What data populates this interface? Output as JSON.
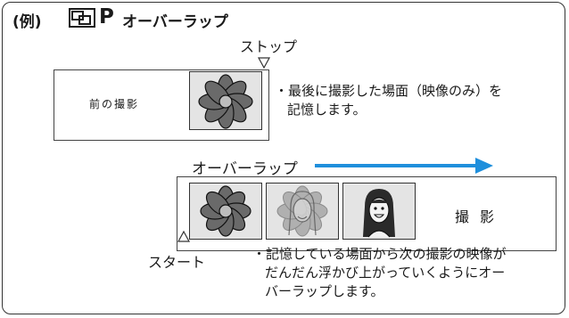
{
  "heading": {
    "example": "(例)",
    "mode_letter": "P",
    "title": "オーバーラップ"
  },
  "labels": {
    "stop": "ストップ",
    "start": "スタート",
    "overlap": "オーバーラップ",
    "previous_recording": "前の撮影",
    "recording": "撮影"
  },
  "notes": {
    "top": [
      "・最後に撮影した場面（映像のみ）を",
      "記憶します。"
    ],
    "bottom": [
      "・記憶している場面から次の撮影の映像が",
      "だんだん浮かび上がっていくようにオー",
      "バーラップします。"
    ]
  },
  "colors": {
    "arrow": "#1f8fdc",
    "frame_fill": "#e4e4e4",
    "line": "#333333"
  },
  "icons": {
    "mode": "overlap-mode-icon",
    "flower": "flower-picture-icon",
    "girl": "girl-portrait-icon"
  }
}
